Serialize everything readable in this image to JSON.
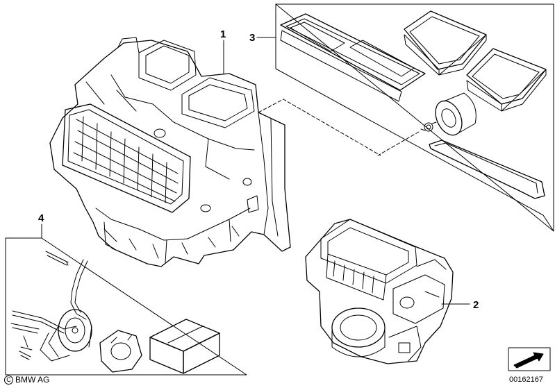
{
  "callouts": {
    "c1": "1",
    "c2": "2",
    "c3": "3",
    "c4": "4"
  },
  "footer": {
    "copyright_symbol": "C",
    "copyright_text": "BMW AG",
    "document_number": "00162167"
  },
  "colors": {
    "line": "#000000",
    "background": "#ffffff"
  },
  "icons": {
    "brand_mark": "arrow-pointer-icon"
  }
}
